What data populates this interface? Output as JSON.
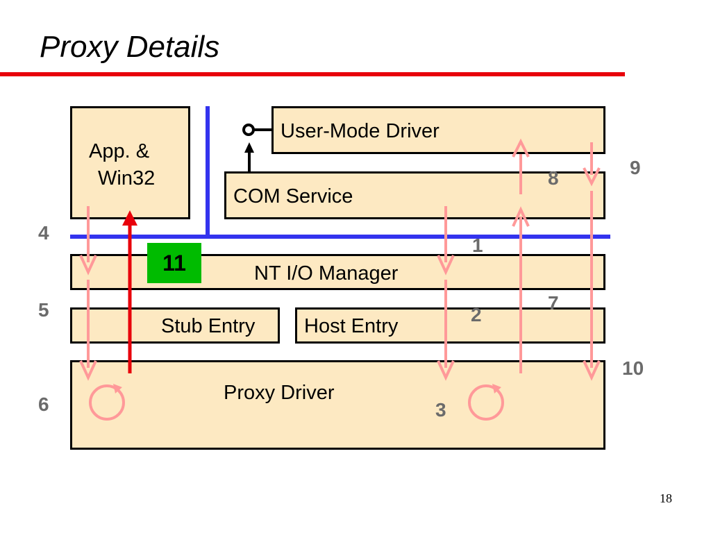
{
  "slide": {
    "title": "Proxy Details",
    "page_number": "18"
  },
  "boxes": {
    "app_line1": "App. &",
    "app_line2": "Win32",
    "user_mode_driver": "User-Mode Driver",
    "com_service": "COM Service",
    "nt_io_manager": "NT I/O Manager",
    "stub_entry": "Stub Entry",
    "host_entry": "Host Entry",
    "proxy_driver": "Proxy Driver"
  },
  "badge": "11",
  "steps": {
    "s1": "1",
    "s2": "2",
    "s3": "3",
    "s4": "4",
    "s5": "5",
    "s6": "6",
    "s7": "7",
    "s8": "8",
    "s9": "9",
    "s10": "10"
  },
  "colors": {
    "box_fill": "#fde9c2",
    "boundary_line": "#3333ee",
    "title_rule": "#e8000b",
    "flow_arrow": "#ff9999",
    "return_arrow": "#e8000b",
    "badge": "#00bb00",
    "step_number": "#6b6b6b"
  }
}
